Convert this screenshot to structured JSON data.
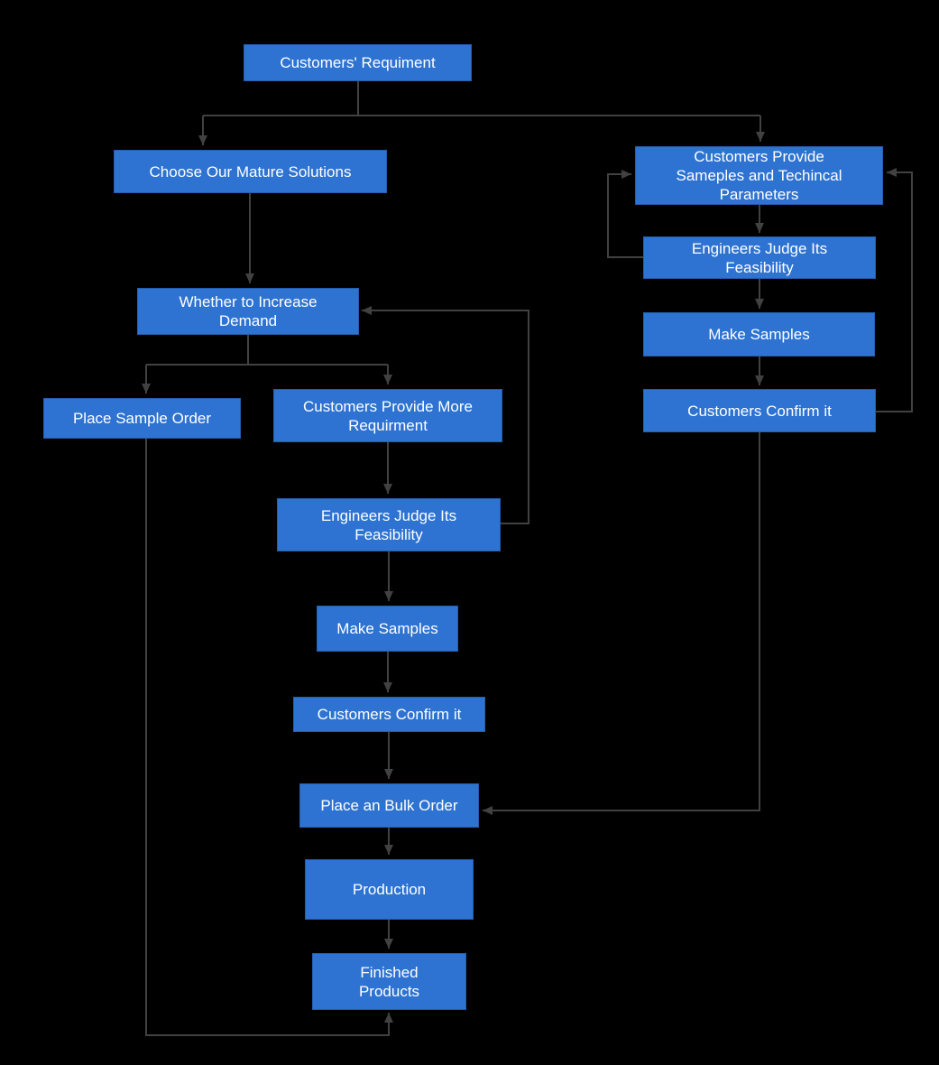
{
  "colors": {
    "background": "#000000",
    "node_fill": "#2E73D1",
    "node_text": "#FFFFFF",
    "connector": "#414141"
  },
  "nodes": [
    {
      "id": "customers-requirement",
      "label": "Customers' Requiment"
    },
    {
      "id": "choose-mature-solutions",
      "label": "Choose Our Mature Solutions"
    },
    {
      "id": "whether-increase-demand",
      "label": "Whether to Increase Demand"
    },
    {
      "id": "place-sample-order",
      "label": "Place Sample Order"
    },
    {
      "id": "customers-provide-more-requirement",
      "label": "Customers Provide More Requirment"
    },
    {
      "id": "engineers-judge-feasibility-mid",
      "label": "Engineers Judge Its Feasibility"
    },
    {
      "id": "make-samples-mid",
      "label": "Make Samples"
    },
    {
      "id": "customers-confirm-mid",
      "label": "Customers Confirm it"
    },
    {
      "id": "place-bulk-order",
      "label": "Place an Bulk Order"
    },
    {
      "id": "production",
      "label": "Production"
    },
    {
      "id": "finished-products",
      "label": "Finished Products"
    },
    {
      "id": "customers-provide-samples-params",
      "label": "Customers Provide Sameples and Techincal Parameters"
    },
    {
      "id": "engineers-judge-feasibility-right",
      "label": "Engineers Judge Its Feasibility"
    },
    {
      "id": "make-samples-right",
      "label": "Make Samples"
    },
    {
      "id": "customers-confirm-right",
      "label": "Customers Confirm it"
    }
  ],
  "edges": [
    {
      "from": "customers-requirement",
      "to": "choose-mature-solutions"
    },
    {
      "from": "customers-requirement",
      "to": "customers-provide-samples-params"
    },
    {
      "from": "choose-mature-solutions",
      "to": "whether-increase-demand"
    },
    {
      "from": "whether-increase-demand",
      "to": "place-sample-order"
    },
    {
      "from": "whether-increase-demand",
      "to": "customers-provide-more-requirement"
    },
    {
      "from": "customers-provide-more-requirement",
      "to": "engineers-judge-feasibility-mid"
    },
    {
      "from": "engineers-judge-feasibility-mid",
      "to": "whether-increase-demand"
    },
    {
      "from": "engineers-judge-feasibility-mid",
      "to": "make-samples-mid"
    },
    {
      "from": "make-samples-mid",
      "to": "customers-confirm-mid"
    },
    {
      "from": "customers-confirm-mid",
      "to": "place-bulk-order"
    },
    {
      "from": "place-bulk-order",
      "to": "production"
    },
    {
      "from": "production",
      "to": "finished-products"
    },
    {
      "from": "place-sample-order",
      "to": "finished-products"
    },
    {
      "from": "customers-provide-samples-params",
      "to": "engineers-judge-feasibility-right"
    },
    {
      "from": "engineers-judge-feasibility-right",
      "to": "customers-provide-samples-params"
    },
    {
      "from": "engineers-judge-feasibility-right",
      "to": "make-samples-right"
    },
    {
      "from": "make-samples-right",
      "to": "customers-confirm-right"
    },
    {
      "from": "customers-confirm-right",
      "to": "customers-provide-samples-params"
    },
    {
      "from": "customers-confirm-right",
      "to": "place-bulk-order"
    }
  ]
}
